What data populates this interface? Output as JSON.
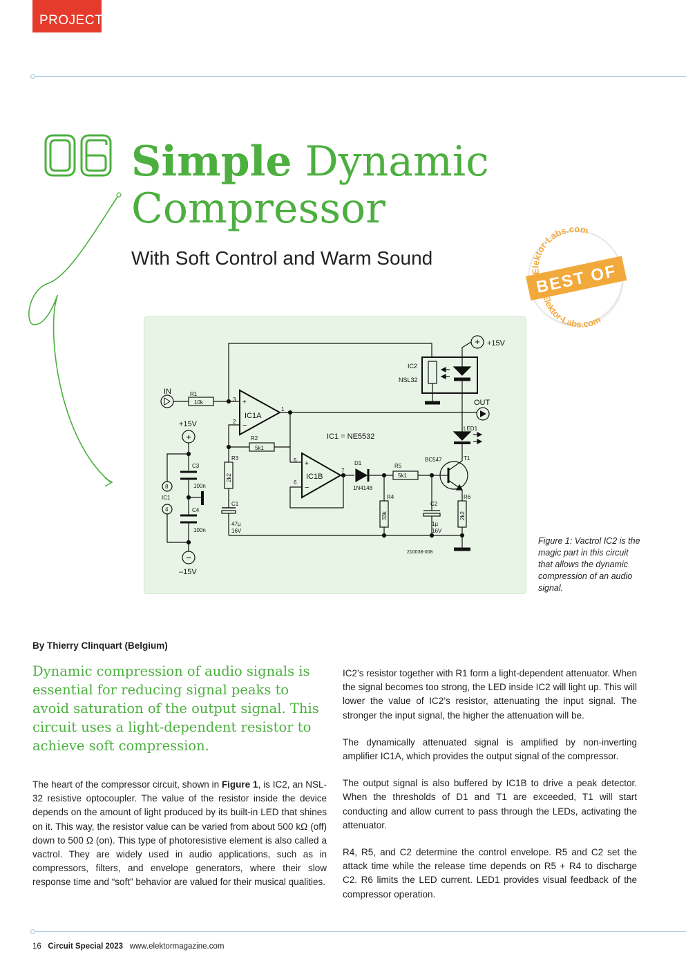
{
  "header": {
    "section_tag": "PROJECT"
  },
  "article": {
    "number": "06",
    "title_bold": "Simple",
    "title_rest": "Dynamic",
    "title_line2": "Compressor",
    "subtitle": "With Soft Control and Warm Sound",
    "byline": "By Thierry Clinquart (Belgium)",
    "lead": "Dynamic compression of audio signals is essential for reducing signal peaks to avoid saturation of the output signal. This circuit uses a light-dependent resistor to achieve soft compression.",
    "col1_p1_a": "The heart of the compressor circuit, shown in ",
    "col1_p1_fig": "Figure 1",
    "col1_p1_b": ", is IC2, an NSL-32 resistive optocoupler. The value of the resistor inside the device depends on the amount of light produced by its built-in LED that shines on it. This way, the resistor value can be varied from about 500 kΩ (off) down to 500 Ω (on). This type of photoresistive element is also called a vactrol. They are widely used in audio applications, such as in compressors, filters, and envelope generators, where their slow response time and “soft” behavior are valued for their musical qualities.",
    "col2_p1": "IC2’s resistor together with R1 form a light-dependent attenuator. When the signal becomes too strong, the LED inside IC2 will light up. This will lower the value of IC2’s resistor, attenuating the input signal. The stronger the input signal, the higher the attenuation will be.",
    "col2_p2": "The dynamically attenuated signal is amplified by non-inverting amplifier IC1A, which provides the output signal of the compressor.",
    "col2_p3": "The output signal is also buffered by IC1B to drive a peak detector. When the thresholds of D1 and T1 are exceeded, T1 will start conducting and allow current to pass through the LEDs, activating the attenuator.",
    "col2_p4": "R4, R5, and C2 determine the control envelope. R5 and C2 set the attack time while the release time depends on R5 + R4 to discharge C2. R6 limits the LED current. LED1 provides visual feedback of the compressor operation."
  },
  "badge": {
    "top": "Elektor-Labs.com",
    "middle": "BEST OF",
    "bottom": "Elektor-Labs.com"
  },
  "figure": {
    "caption": "Figure 1: Vactrol IC2 is the magic part in this circuit that allows the dynamic compression of an audio signal.",
    "labels": {
      "in": "IN",
      "out": "OUT",
      "plus15": "+15V",
      "plus15b": "+15V",
      "minus15": "–15V",
      "r1": "R1",
      "r1v": "10k",
      "r2": "R2",
      "r2v": "5k1",
      "r3": "R3",
      "r3v": "2k2",
      "r4": "R4",
      "r4v": "33k",
      "r5": "R5",
      "r5v": "5k1",
      "r6": "R6",
      "r6v": "2k2",
      "c1": "C1",
      "c1v": "47µ",
      "c1vv": "16V",
      "c2": "C2",
      "c2v": "1µ",
      "c2vv": "16V",
      "c3": "C3",
      "c3v": "100n",
      "c4": "C4",
      "c4v": "100n",
      "ic1a": "IC1A",
      "ic1b": "IC1B",
      "ic1": "IC1",
      "ic1note": "IC1 = NE5532",
      "ic2": "IC2",
      "ic2v": "NSL32",
      "d1": "D1",
      "d1v": "1N4148",
      "t1": "T1",
      "t1v": "BC547",
      "led1": "LED1",
      "pin1": "1",
      "pin2": "2",
      "pin3": "3",
      "pin5": "5",
      "pin6": "6",
      "pin7": "7",
      "pin8": "8",
      "pin4": "4",
      "plus": "+",
      "minus": "−",
      "code": "210038-008"
    }
  },
  "footer": {
    "page": "16",
    "publication": "Circuit Special 2023",
    "url": "www.elektormagazine.com"
  },
  "colors": {
    "accent_red": "#e53b2c",
    "accent_green": "#4caf3f",
    "badge_orange": "#f2a93b"
  }
}
